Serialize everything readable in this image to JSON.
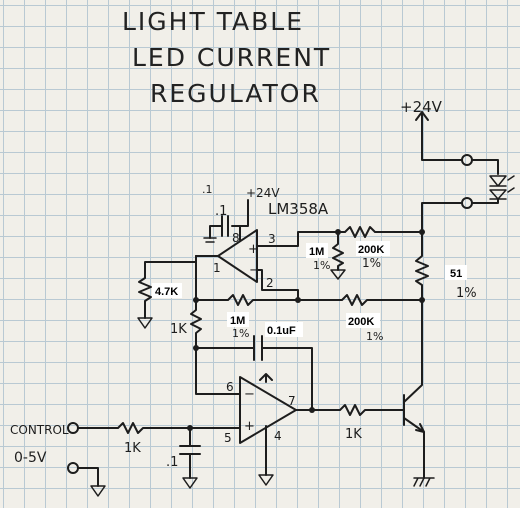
{
  "title": {
    "line1": "LIGHT TABLE",
    "line2": "LED CURRENT",
    "line3": "REGULATOR"
  },
  "supply": {
    "top": "+24V",
    "opamp": "+24V",
    "ground_cap": ".1"
  },
  "chip": {
    "part": "LM358A",
    "pin8": "8",
    "pin3": "3",
    "pin2": "2",
    "pin1": "1",
    "pin6": "6",
    "pin5": "5",
    "pin7": "7",
    "pin4": "4"
  },
  "resistors": {
    "r_4k7": {
      "value": "4.7K"
    },
    "r_1k_left": {
      "value": "1K"
    },
    "r_1m_top": {
      "value": "1M",
      "tol": "1%"
    },
    "r_200k_top": {
      "value": "200K",
      "tol": "1%"
    },
    "r_51": {
      "value": "51",
      "tol": "1%"
    },
    "r_1m_mid": {
      "value": "1M",
      "tol": "1%"
    },
    "r_200k_mid": {
      "value": "200K",
      "tol": "1%"
    },
    "r_1k_input": {
      "value": "1K"
    },
    "r_1k_base": {
      "value": "1K"
    }
  },
  "capacitors": {
    "c_feedback": {
      "value": "0.1uF"
    },
    "c_input": {
      "value": ".1"
    }
  },
  "input": {
    "label": "CONTROL",
    "range": "0-5V"
  }
}
